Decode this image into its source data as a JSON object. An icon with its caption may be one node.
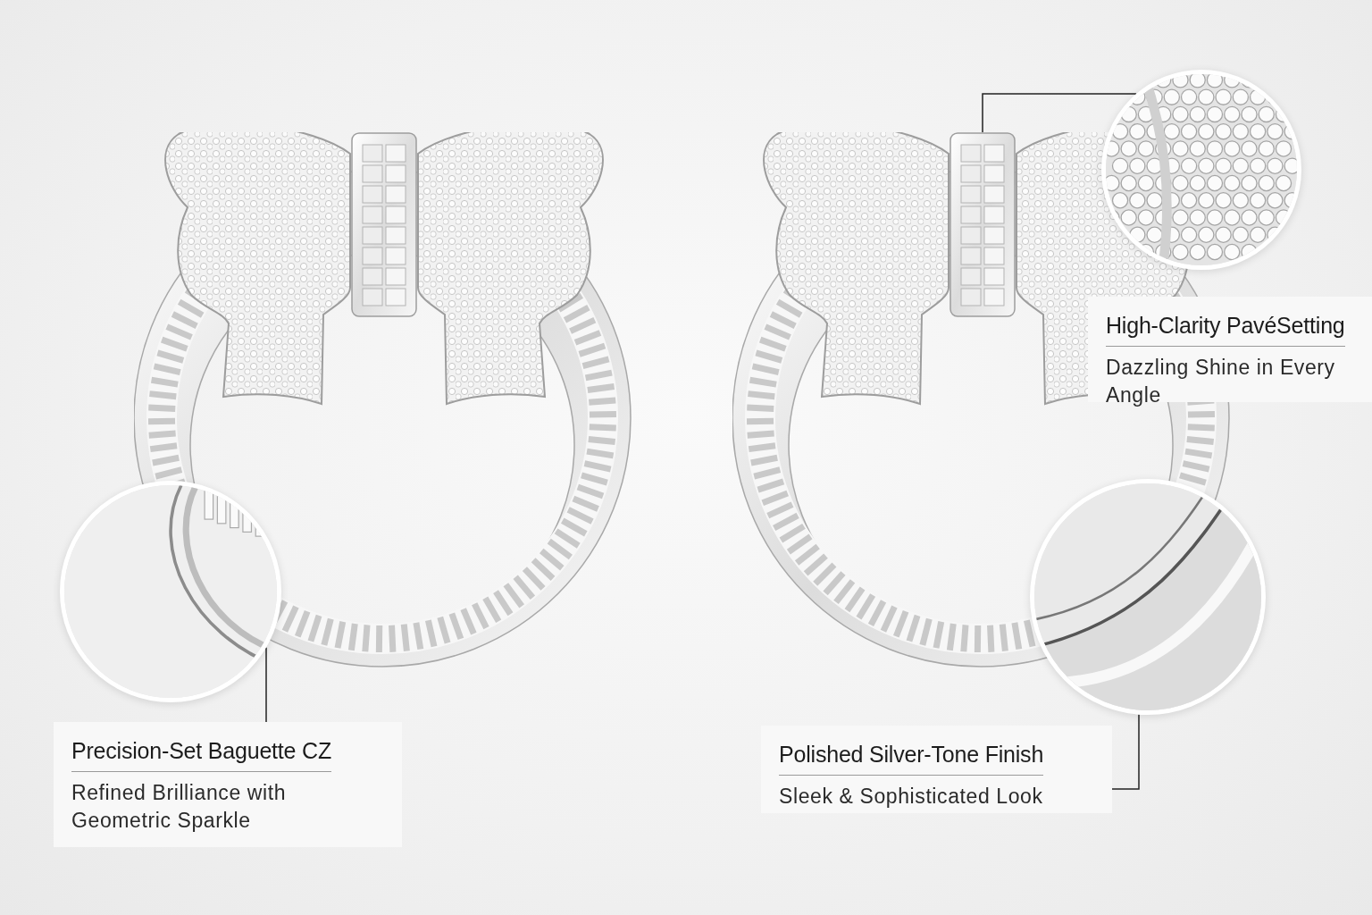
{
  "diagram": {
    "nodes": [
      {
        "text": [],
        "shape": "picture"
      },
      {
        "text": [],
        "shape": "picture"
      },
      {
        "text": [],
        "shape": "picture"
      },
      {
        "text": [
          "Precision-Set Baguette CZ",
          "Refined Brilliance with Geometric Sparkle"
        ]
      },
      {
        "text": [],
        "shape": "picture"
      },
      {
        "text": [
          "High-Clarity PavéSetting",
          "Dazzling Shine in Every Angle"
        ]
      },
      {
        "text": [],
        "shape": "picture"
      },
      {
        "text": [
          "Polished Silver-Tone Finish",
          "Sleek & Sophisticated Look"
        ]
      }
    ],
    "edges": [
      {
        "from": 2,
        "to": 3,
        "arrow": "none"
      },
      {
        "from": 1,
        "to": 4,
        "arrow": "none"
      },
      {
        "from": 6,
        "to": 7,
        "arrow": "none"
      }
    ]
  }
}
